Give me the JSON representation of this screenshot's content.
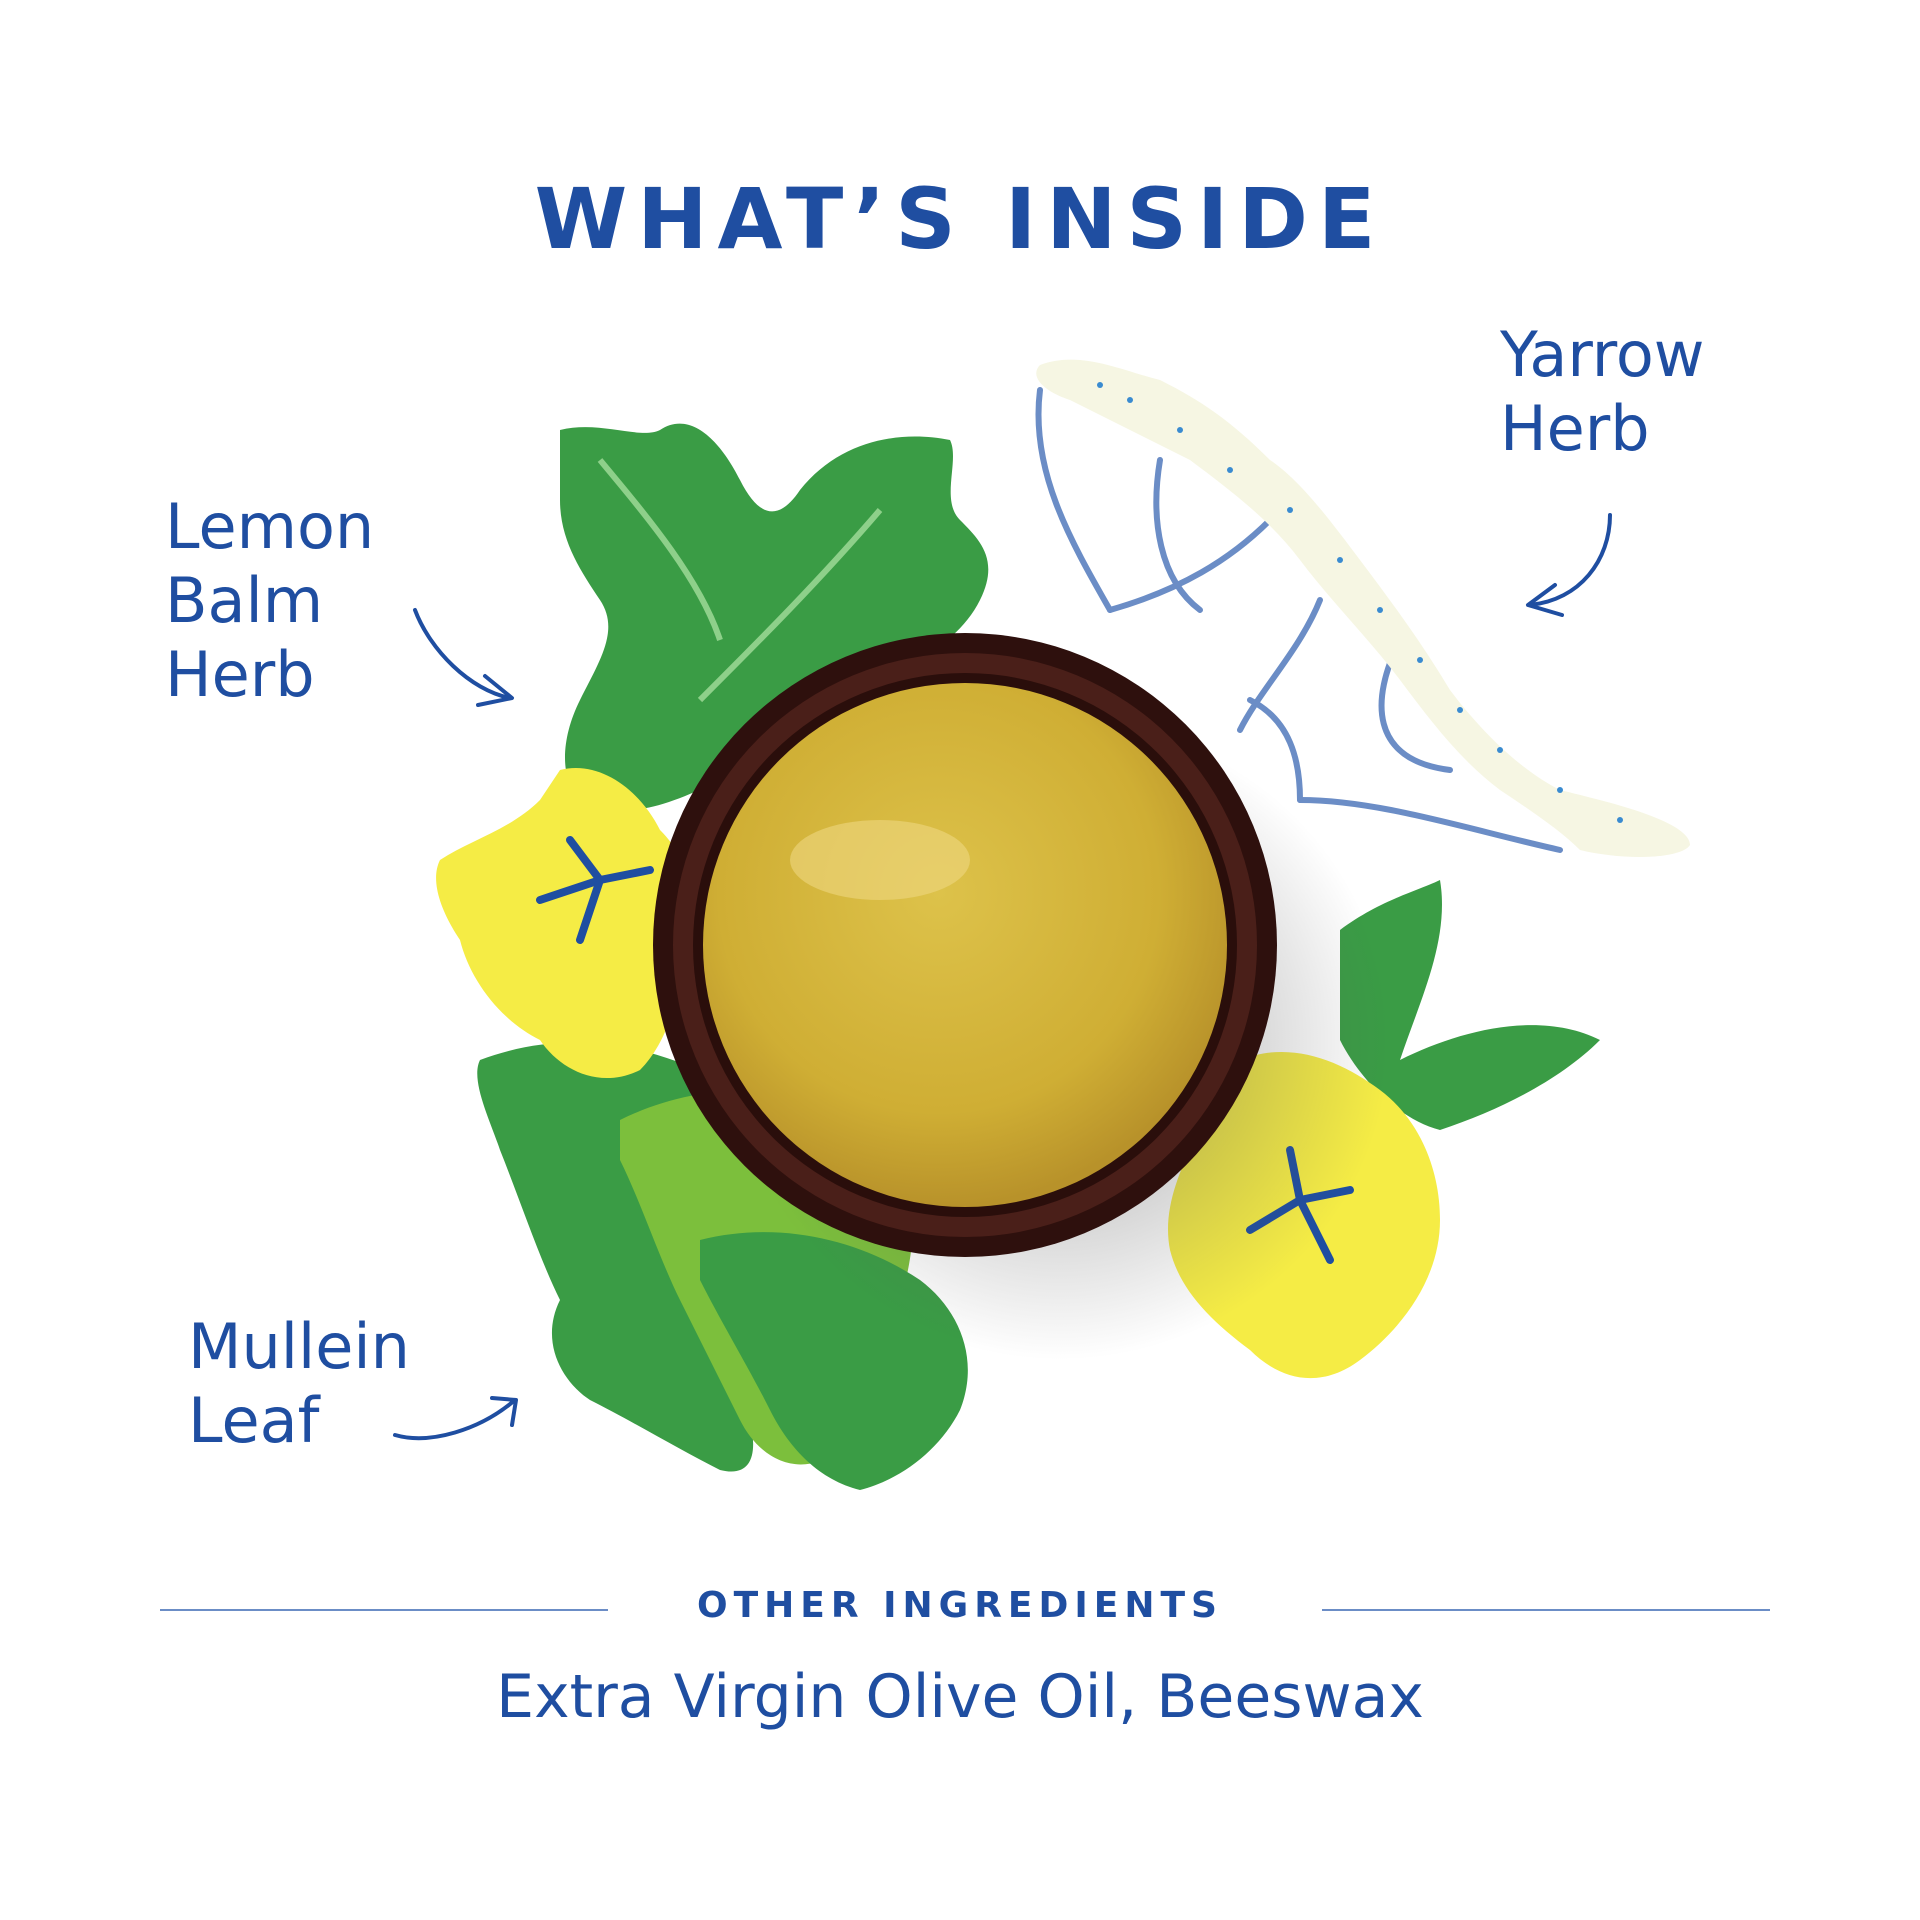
{
  "heading": "WHAT’S INSIDE",
  "ingredients": {
    "lemon_balm": [
      "Lemon",
      "Balm",
      "Herb"
    ],
    "yarrow": [
      "Yarrow",
      "Herb"
    ],
    "mullein": [
      "Mullein",
      "Leaf"
    ]
  },
  "other": {
    "heading": "OTHER INGREDIENTS",
    "list": "Extra Virgin Olive Oil, Beeswax"
  },
  "colors": {
    "text": "#1f4ea1",
    "leaf_dark": "#3a9c45",
    "leaf_light": "#7cbf3c",
    "flower": "#f5ec45",
    "yarrow_cream": "#f6f6e3",
    "yarrow_stem": "#6b8dc6",
    "jar": "#3a1510",
    "salve": "#d2b43a"
  },
  "icons": [
    "lemon-balm-leaf-icon",
    "mullein-flower-icon",
    "yarrow-icon",
    "salve-jar-icon",
    "arrow-icon"
  ]
}
